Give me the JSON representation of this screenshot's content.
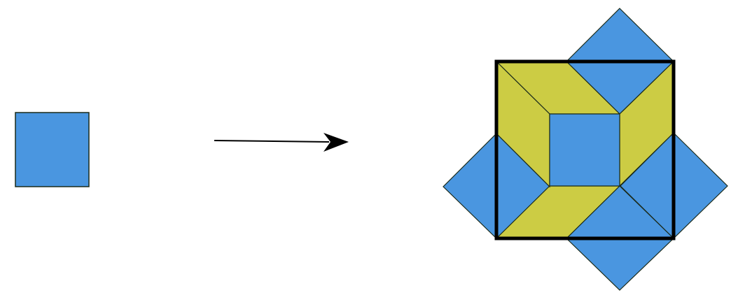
{
  "colors": {
    "background": "#ffffff",
    "square_fill": "#4a96e0",
    "tile_fill": "#cccc44",
    "stroke": "#1a2a1a",
    "frame_stroke": "#000000",
    "arrow": "#000000"
  },
  "diagram": {
    "input_shape": "square",
    "connector": "arrow",
    "output_shape": "square pattern made of four blue squares rotated 45 degrees, four yellow trapezoids and a central blue square, inside a thick black frame"
  }
}
